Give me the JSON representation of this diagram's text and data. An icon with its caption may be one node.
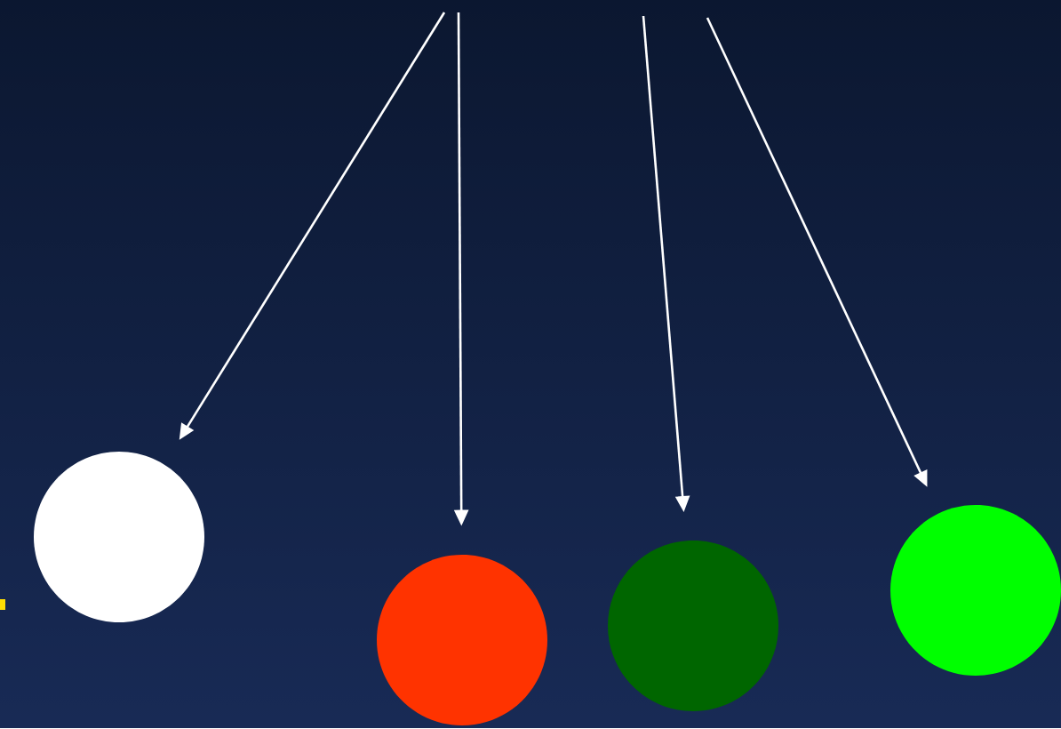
{
  "diagram": {
    "nodes": [
      {
        "text": [],
        "shape": "circle"
      },
      {
        "text": [],
        "shape": "circle"
      },
      {
        "text": [],
        "shape": "circle"
      },
      {
        "text": [],
        "shape": "circle"
      }
    ],
    "edges": [
      {
        "from": null,
        "to": 0,
        "arrow": "to"
      },
      {
        "from": null,
        "to": 1,
        "arrow": "to"
      },
      {
        "from": null,
        "to": 2,
        "arrow": "to"
      },
      {
        "from": null,
        "to": 3,
        "arrow": "to"
      }
    ]
  }
}
